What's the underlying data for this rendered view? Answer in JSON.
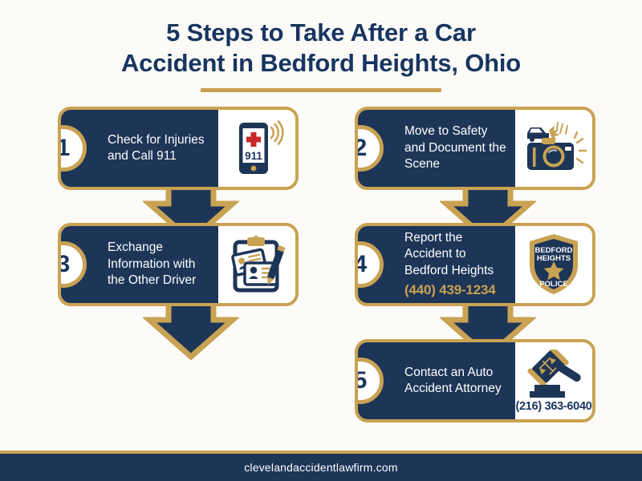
{
  "header": {
    "title_line1": "5 Steps to Take After a Car",
    "title_line2": "Accident in Bedford Heights, Ohio"
  },
  "colors": {
    "navy": "#1d3557",
    "navy_dark": "#17355f",
    "gold": "#c9a253",
    "white": "#ffffff",
    "background": "#fcfbf8",
    "red": "#c62828"
  },
  "steps": [
    {
      "number": "1",
      "text": "Check for Injuries and Call 911",
      "icon": "emergency-phone-911-icon",
      "icon_label": "911",
      "phone": ""
    },
    {
      "number": "2",
      "text": "Move to Safety and Document the Scene",
      "icon": "camera-crash-scene-icon",
      "icon_label": "",
      "phone": ""
    },
    {
      "number": "3",
      "text": "Exchange Information with the Other Driver",
      "icon": "clipboard-id-cards-icon",
      "icon_label": "",
      "phone": ""
    },
    {
      "number": "4",
      "text": "Report the Accident to Bedford Heights",
      "icon": "police-badge-icon",
      "icon_label": "",
      "phone": "(440) 439-1234",
      "badge_line1": "BEDFORD",
      "badge_line2": "HEIGHTS",
      "badge_line3": "POLICE"
    },
    {
      "number": "5",
      "text": "Contact an Auto Accident Attorney",
      "icon": "gavel-scales-icon",
      "icon_label": "(216) 363-6040",
      "phone": ""
    }
  ],
  "footer": {
    "website": "clevelandaccidentlawfirm.com"
  }
}
